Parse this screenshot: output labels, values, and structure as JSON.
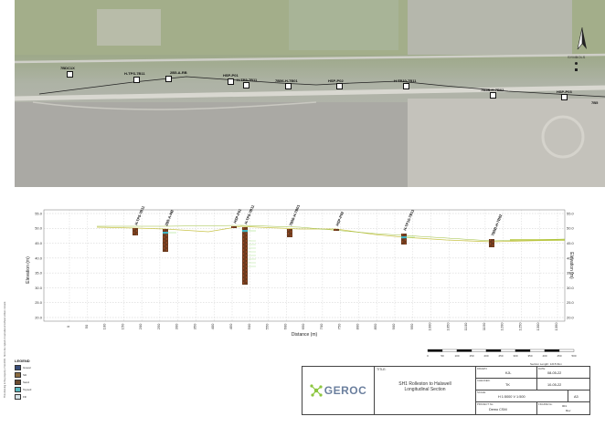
{
  "map": {
    "labels": [
      {
        "id": "l1",
        "text": "7BDC1X"
      },
      {
        "id": "l2",
        "text": "H-TPS-7B11"
      },
      {
        "id": "l3",
        "text": "2B5-A-RB"
      },
      {
        "id": "l4",
        "text": "HSP-P01"
      },
      {
        "id": "l5",
        "text": "H-TP5-7B11"
      },
      {
        "id": "l6",
        "text": "7B56-H-7B01"
      },
      {
        "id": "l7",
        "text": "HSP-P02"
      },
      {
        "id": "l8",
        "text": "H-TP10-7B11"
      },
      {
        "id": "l9",
        "text": "7B5B-H-7B02"
      },
      {
        "id": "l10",
        "text": "HSP-P03"
      },
      {
        "id": "l11",
        "text": "7B5"
      }
    ],
    "symbols_label": "SYMBOLS"
  },
  "section": {
    "xlabel": "Distance (m)",
    "ylabel_left": "Elevation (m)",
    "ylabel_right": "Elevation (m)",
    "y_ticks": [
      "55.0",
      "50.0",
      "45.0",
      "40.0",
      "35.0",
      "30.0",
      "25.0",
      "20.0"
    ],
    "y_ticks_right": [
      "55.0",
      "50.0",
      "45.0",
      "40.0",
      "35.0",
      "30.0",
      "25.0",
      "20.0"
    ],
    "x_ticks": [
      "0",
      "50",
      "100",
      "150",
      "200",
      "250",
      "300",
      "350",
      "400",
      "450",
      "500",
      "550",
      "600",
      "650",
      "700",
      "750",
      "800",
      "850",
      "900",
      "950",
      "1000",
      "1050",
      "1100",
      "1150",
      "1200",
      "1250",
      "1300",
      "1350"
    ],
    "boreholes": [
      {
        "label": "H-TP5-7B11"
      },
      {
        "label": "2B5-A-RB"
      },
      {
        "label": "HSP-P01"
      },
      {
        "label": "H-TP5-7B11"
      },
      {
        "label": "7B56-H-7B01"
      },
      {
        "label": "HSP-P02"
      },
      {
        "label": "H-TP10-7B11"
      },
      {
        "label": "7B5B-H-7B02"
      }
    ]
  },
  "scalebar": {
    "ticks": [
      "0",
      "50",
      "100",
      "150",
      "200",
      "250",
      "300",
      "350",
      "400",
      "450",
      "500"
    ],
    "caption": "Section Length: 1215.91m"
  },
  "legend": {
    "title": "LEGEND",
    "items": [
      {
        "label": "Gravel",
        "color": "#3a4e7a"
      },
      {
        "label": "Silt",
        "color": "#8a6a3e"
      },
      {
        "label": "Sand",
        "color": "#6b4a2e"
      },
      {
        "label": "Topsoil",
        "color": "#5bb8c0"
      },
      {
        "label": "Fill",
        "color": "#d7e3e8"
      }
    ]
  },
  "sidebar_note": "This drawing is the property of GEROC. Not to be copied or reproduced without written consent.",
  "title_block": {
    "logo": "GEROC",
    "title_label": "TITLE:",
    "title_line1": "SH1 Rolleston to Halswell",
    "title_line2": "Longitudinal Section",
    "drawn_label": "DRAWN:",
    "drawn_value": "KJL",
    "date_label": "DATE:",
    "date_value": "08-05-22",
    "checked_label": "CHECKED:",
    "checked_value": "TK",
    "checked_date_value": "10-05-22",
    "scale_label": "SCALE:",
    "scale_value": "H 1:5000  V 1:500",
    "size_value": "A3",
    "project_label": "PROJECT No:",
    "project_value": "Demo CSM",
    "figure_label": "FIGURE No:",
    "figure_value": "001",
    "rev_value": "Rev"
  },
  "colors": {
    "ground_line": "#c9c44a",
    "borehole_body": "#6b3b1e",
    "borehole_dot": "#e25a2b",
    "water": "#3fb3c3",
    "logo_green": "#8cc63f"
  }
}
